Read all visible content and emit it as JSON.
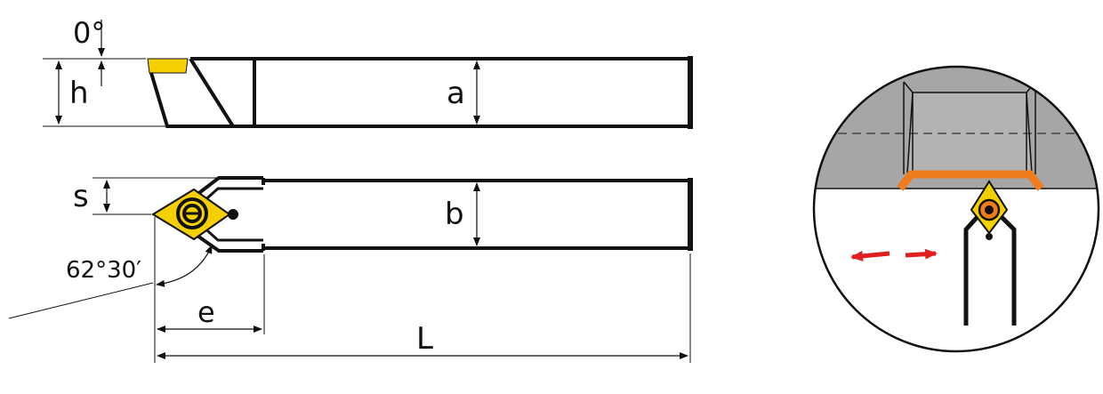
{
  "side_view": {
    "angle_label": "0°",
    "height_label": "h",
    "shank_label": "a"
  },
  "top_view": {
    "offset_label": "s",
    "shank_label": "b",
    "approach_angle_label": "62°30′",
    "e_label": "e",
    "length_label": "L"
  },
  "colors": {
    "insert": "#f5d000",
    "line": "#111111",
    "workpiece": "#a6a6a6",
    "chip": "#f07c1e",
    "arrow": "#e02020"
  },
  "icons": {
    "insert": "rhombic-insert-icon",
    "feed": "double-arrow-icon"
  }
}
